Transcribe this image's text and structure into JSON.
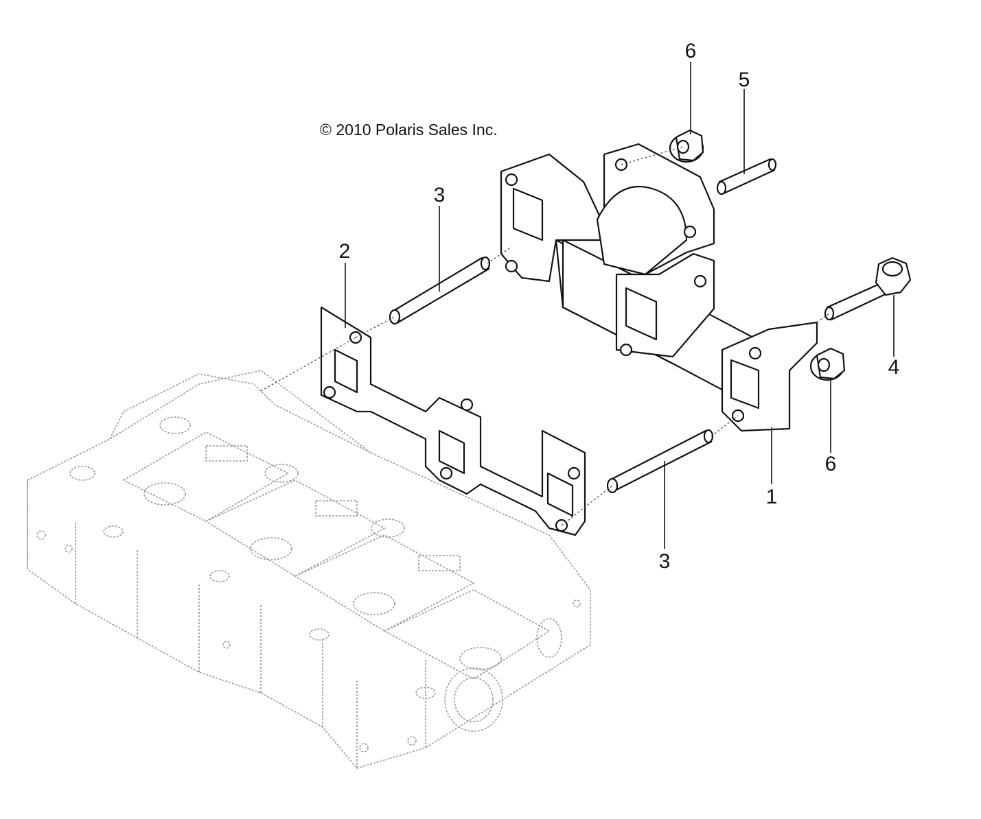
{
  "copyright": "© 2010 Polaris Sales Inc.",
  "callouts": [
    {
      "id": "callout-1",
      "label": "1"
    },
    {
      "id": "callout-2",
      "label": "2"
    },
    {
      "id": "callout-3-upper",
      "label": "3"
    },
    {
      "id": "callout-3-lower",
      "label": "3"
    },
    {
      "id": "callout-4",
      "label": "4"
    },
    {
      "id": "callout-5",
      "label": "5"
    },
    {
      "id": "callout-6-upper",
      "label": "6"
    },
    {
      "id": "callout-6-lower",
      "label": "6"
    }
  ]
}
